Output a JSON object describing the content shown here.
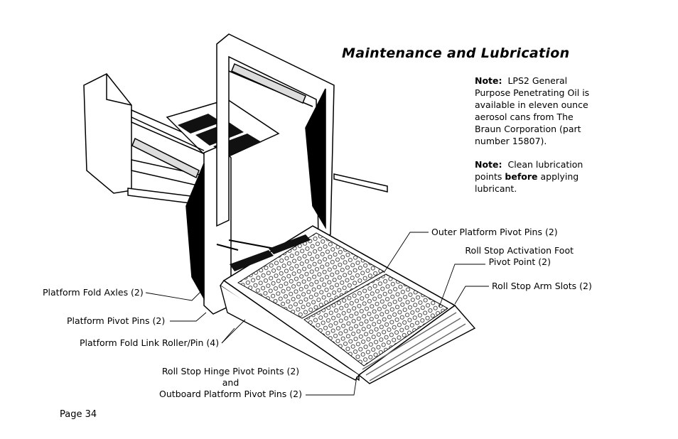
{
  "title": "Maintenance and Lubrication",
  "notes": [
    {
      "label": "Note:",
      "text_before": "LPS2 General Purpose Penetrating Oil is available in eleven ounce aerosol cans from The Braun Corporation (part number 15807).",
      "bold": "",
      "text_after": ""
    },
    {
      "label": "Note:",
      "text_before": "Clean lubrication points",
      "bold": "before",
      "text_after": "applying lubricant."
    }
  ],
  "callouts": {
    "outer_platform_pivot_pins": "Outer Platform Pivot Pins (2)",
    "roll_stop_activation_foot_line1": "Roll Stop Activation Foot",
    "roll_stop_activation_foot_line2": "Pivot Point (2)",
    "roll_stop_arm_slots": "Roll Stop Arm Slots (2)",
    "platform_fold_axles": "Platform Fold Axles (2)",
    "platform_pivot_pins": "Platform Pivot Pins (2)",
    "platform_fold_link_roller_pin": "Platform Fold Link Roller/Pin (4)",
    "roll_stop_hinge_line1": "Roll Stop Hinge Pivot Points (2)",
    "roll_stop_hinge_line2": "and",
    "roll_stop_hinge_line3": "Outboard Platform Pivot Pins (2)"
  },
  "footer": {
    "page_label": "Page 34"
  }
}
